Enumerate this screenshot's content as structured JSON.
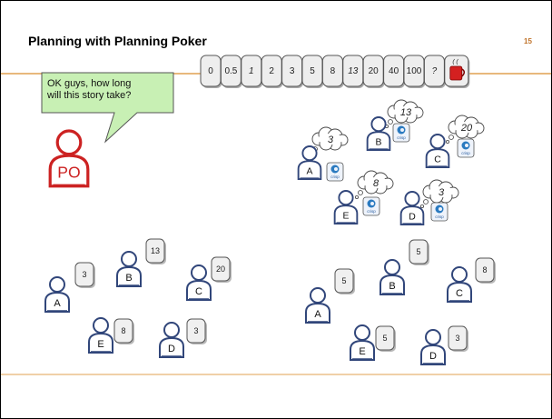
{
  "slide": {
    "title": "Planning with Planning Poker",
    "page_number": "15"
  },
  "po": {
    "label": "PO",
    "speech": [
      "OK guys, how long",
      "will this story take?"
    ]
  },
  "deck": [
    "0",
    "0.5",
    "1",
    "2",
    "3",
    "5",
    "8",
    "13",
    "20",
    "40",
    "100",
    "?"
  ],
  "brand": "crisp",
  "thinking_group": [
    {
      "name": "A",
      "thought": "3"
    },
    {
      "name": "B",
      "thought": "13"
    },
    {
      "name": "C",
      "thought": "20"
    },
    {
      "name": "E",
      "thought": "8"
    },
    {
      "name": "D",
      "thought": "3"
    }
  ],
  "reveal_round_1": [
    {
      "name": "A",
      "card": "3"
    },
    {
      "name": "B",
      "card": "13"
    },
    {
      "name": "C",
      "card": "20"
    },
    {
      "name": "E",
      "card": "8"
    },
    {
      "name": "D",
      "card": "3"
    }
  ],
  "reveal_round_2": [
    {
      "name": "A",
      "card": "5"
    },
    {
      "name": "B",
      "card": "5"
    },
    {
      "name": "C",
      "card": "8"
    },
    {
      "name": "E",
      "card": "5"
    },
    {
      "name": "D",
      "card": "3"
    }
  ]
}
